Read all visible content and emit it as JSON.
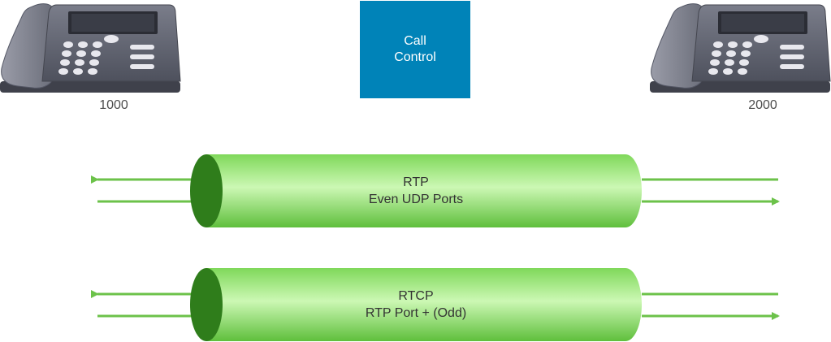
{
  "phones": {
    "left": {
      "label": "1000"
    },
    "right": {
      "label": "2000"
    }
  },
  "call_control": {
    "line1": "Call",
    "line2": "Control"
  },
  "streams": [
    {
      "line1": "RTP",
      "line2": "Even UDP Ports"
    },
    {
      "line1": "RTCP",
      "line2": "RTP Port + (Odd)"
    }
  ],
  "colors": {
    "call_control_bg": "#0083b8",
    "pipe_light": "#a8ee85",
    "pipe_dark": "#2f7d1b",
    "arrow": "#6cc24a",
    "phone_body": "#606371"
  }
}
